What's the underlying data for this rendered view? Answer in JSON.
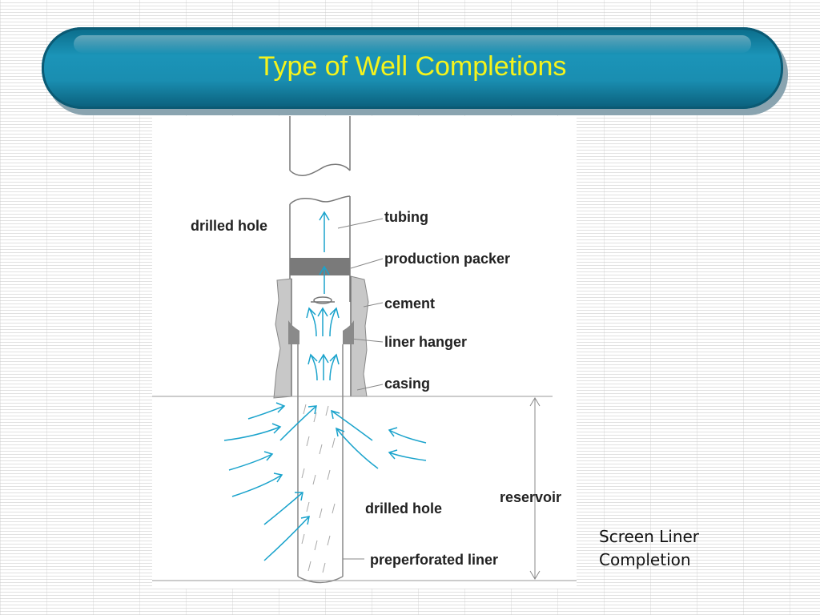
{
  "title": "Type of Well Completions",
  "diagram": {
    "labels": {
      "drilled_hole_top": "drilled hole",
      "tubing": "tubing",
      "production_packer": "production packer",
      "cement": "cement",
      "liner_hanger": "liner hanger",
      "casing": "casing",
      "reservoir": "reservoir",
      "drilled_hole_bottom": "drilled hole",
      "preperforated_liner": "preperforated liner"
    },
    "colors": {
      "flow_arrow": "#1aa3cc",
      "cement": "#c8c8c8",
      "packer": "#7a7a7a"
    }
  },
  "caption": {
    "line1": "Screen Liner",
    "line2": "Completion"
  }
}
